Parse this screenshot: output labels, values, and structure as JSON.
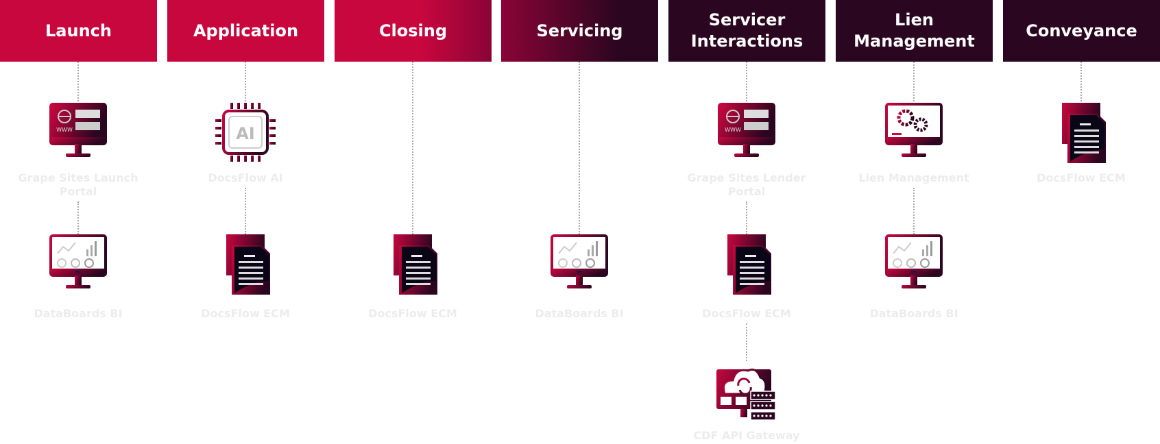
{
  "colors": {
    "crimson": "#c8073f",
    "dark": "#2b0620",
    "connector": "#a9a9a9",
    "label": "#ececec"
  },
  "stages": [
    {
      "title": "Launch",
      "fill": "crimson",
      "items": [
        {
          "row": 1,
          "icon": "web-portal-monitor-icon",
          "label": "Grape Sites Launch Portal"
        },
        {
          "row": 2,
          "icon": "dashboard-monitor-icon",
          "label": "DataBoards BI"
        }
      ]
    },
    {
      "title": "Application",
      "fill": "crimson",
      "items": [
        {
          "row": 1,
          "icon": "ai-chip-icon",
          "label": "DocsFlow AI"
        },
        {
          "row": 2,
          "icon": "documents-icon",
          "label": "DocsFlow ECM"
        }
      ]
    },
    {
      "title": "Closing",
      "fill": "crimson-to-dark",
      "items": [
        {
          "row": 2,
          "icon": "documents-icon",
          "label": "DocsFlow ECM"
        }
      ]
    },
    {
      "title": "Servicing",
      "fill": "crimson-to-dark-strong",
      "items": [
        {
          "row": 2,
          "icon": "dashboard-monitor-icon",
          "label": "DataBoards BI"
        }
      ]
    },
    {
      "title": "Servicer Interactions",
      "fill": "dark",
      "items": [
        {
          "row": 1,
          "icon": "web-portal-monitor-icon",
          "label": "Grape Sites Lender Portal"
        },
        {
          "row": 2,
          "icon": "documents-icon",
          "label": "DocsFlow ECM"
        },
        {
          "row": 3,
          "icon": "cloud-server-icon",
          "label": "CDF API Gateway"
        }
      ]
    },
    {
      "title": "Lien Management",
      "fill": "dark",
      "items": [
        {
          "row": 1,
          "icon": "gears-monitor-icon",
          "label": "Lien Management"
        },
        {
          "row": 2,
          "icon": "dashboard-monitor-icon",
          "label": "DataBoards BI"
        }
      ]
    },
    {
      "title": "Conveyance",
      "fill": "dark",
      "items": [
        {
          "row": 1,
          "icon": "documents-icon",
          "label": "DocsFlow ECM"
        }
      ]
    }
  ]
}
